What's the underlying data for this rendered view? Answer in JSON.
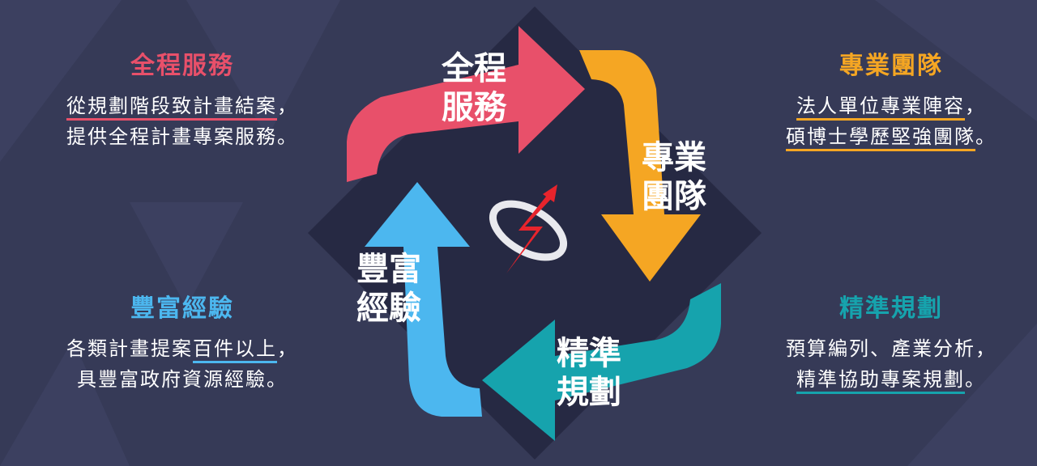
{
  "colors": {
    "background": "#363a57",
    "red": "#e8506a",
    "orange": "#f5a623",
    "teal": "#16a3ad",
    "blue": "#4cb7ef",
    "center_square": "#262943"
  },
  "cycle": [
    {
      "key": "full_service",
      "line1": "全程",
      "line2": "服務",
      "color": "red"
    },
    {
      "key": "pro_team",
      "line1": "專業",
      "line2": "團隊",
      "color": "orange"
    },
    {
      "key": "precise_plan",
      "line1": "精準",
      "line2": "規劃",
      "color": "teal"
    },
    {
      "key": "rich_exp",
      "line1": "豐富",
      "line2": "經驗",
      "color": "blue"
    }
  ],
  "blocks": {
    "full_service": {
      "title": "全程服務",
      "line1": {
        "pre": "",
        "ul": "從規劃階段致計畫結案",
        "post": "，"
      },
      "line2": "提供全程計畫專案服務。"
    },
    "pro_team": {
      "title": "專業團隊",
      "line1": {
        "pre": "",
        "ul": "法人單位專業陣容",
        "post": "，"
      },
      "line2": {
        "pre": "",
        "ul": "碩博士學歷堅強團隊",
        "post": "。"
      }
    },
    "rich_exp": {
      "title": "豐富經驗",
      "line1": {
        "pre": "各類計畫提案",
        "ul": "百件以上",
        "post": "，"
      },
      "line2": "具豐富政府資源經驗。"
    },
    "precise_plan": {
      "title": "精準規劃",
      "line1": "預算編列、產業分析，",
      "line2": {
        "pre": "",
        "ul": "精準協助專案規劃",
        "post": "。"
      }
    }
  },
  "center_logo_icon": "lightning-arrow-ring-icon"
}
